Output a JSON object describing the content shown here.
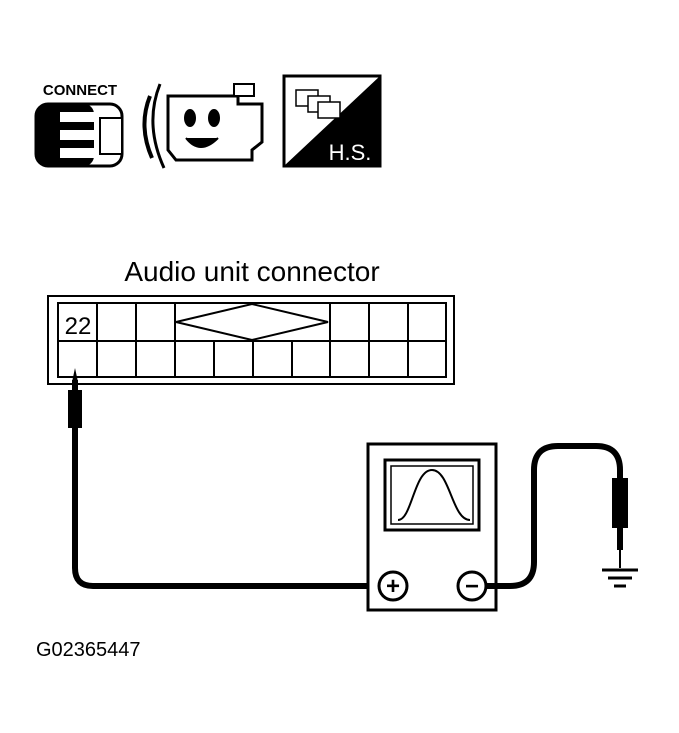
{
  "icons": {
    "connect_label": "CONNECT",
    "connect_icon": "connector-plug-icon",
    "engine_icon": "engine-character-icon",
    "harness_icon": "harness-connector-icon",
    "harness_label": "H.S."
  },
  "diagram": {
    "connector_title": "Audio unit connector",
    "terminal_number": "22",
    "instrument_icon": "oscilloscope-icon",
    "positive_terminal": "+",
    "negative_terminal": "−",
    "ground_icon": "ground-icon"
  },
  "figure_id": "G02365447"
}
